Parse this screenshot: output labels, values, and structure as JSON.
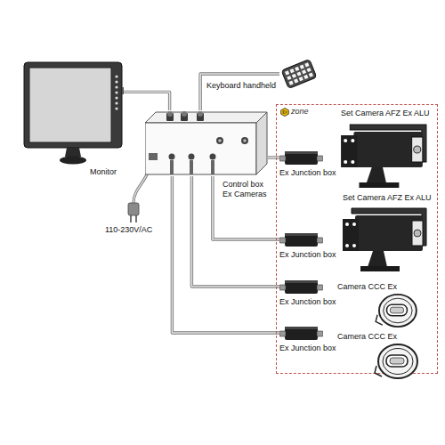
{
  "diagram": {
    "nodes": [
      {
        "text": [
          "zone"
        ]
      },
      {
        "text": [
          "Monitor"
        ]
      },
      {
        "text": [
          "Keyboard handheld"
        ]
      },
      {
        "text": [
          "Control box Ex Cameras"
        ]
      },
      {
        "text": [
          "Ex Junction box"
        ],
        "in": 0
      },
      {
        "text": [
          "Set Camera AFZ Ex ALU"
        ],
        "in": 0
      },
      {
        "text": [
          "Ex Junction box"
        ],
        "in": 0
      },
      {
        "text": [
          "Set Camera AFZ Ex ALU"
        ],
        "in": 0
      },
      {
        "text": [
          "Ex Junction box"
        ],
        "in": 0
      },
      {
        "text": [
          "Camera CCC Ex"
        ],
        "in": 0
      },
      {
        "text": [
          "Ex Junction box"
        ],
        "in": 0
      },
      {
        "text": [
          "Camera CCC Ex"
        ],
        "in": 0
      }
    ],
    "edges": [
      {
        "from": 1,
        "to": 3,
        "arrow": "none"
      },
      {
        "from": 2,
        "to": 3,
        "arrow": "none"
      },
      {
        "from": 3,
        "to": 4,
        "arrow": "none"
      },
      {
        "from": 3,
        "to": 6,
        "arrow": "none"
      },
      {
        "from": 3,
        "to": 8,
        "arrow": "none"
      },
      {
        "from": 3,
        "to": 10,
        "arrow": "none"
      }
    ],
    "labels": [
      "110-230V/AC"
    ]
  }
}
